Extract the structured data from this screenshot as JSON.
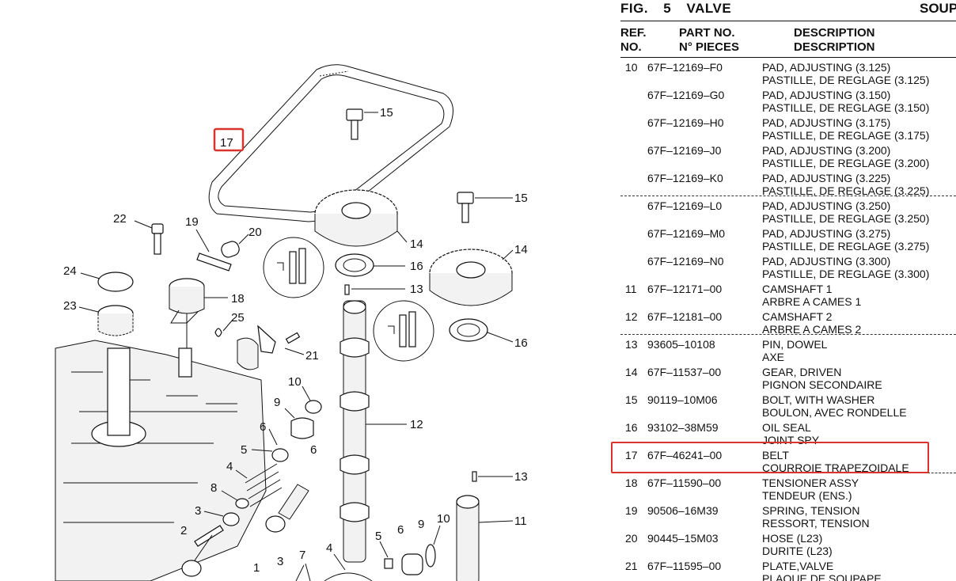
{
  "figure": {
    "fig_label": "FIG.",
    "number": "5",
    "name": "VALVE",
    "name_fr": "SOUP"
  },
  "headers": {
    "ref": "REF.",
    "no": "NO.",
    "part_no": "PART NO.",
    "n_pieces": "N° PIECES",
    "description": "DESCRIPTION",
    "description_fr": "DESCRIPTION"
  },
  "parts": [
    {
      "ref": "10",
      "part_no": "67F–12169–F0",
      "desc": "PAD, ADJUSTING (3.125)",
      "desc_fr": "PASTILLE, DE REGLAGE (3.125)"
    },
    {
      "ref": "",
      "part_no": "67F–12169–G0",
      "desc": "PAD, ADJUSTING (3.150)",
      "desc_fr": "PASTILLE, DE REGLAGE (3.150)"
    },
    {
      "ref": "",
      "part_no": "67F–12169–H0",
      "desc": "PAD, ADJUSTING (3.175)",
      "desc_fr": "PASTILLE, DE REGLAGE (3.175)"
    },
    {
      "ref": "",
      "part_no": "67F–12169–J0",
      "desc": "PAD, ADJUSTING (3.200)",
      "desc_fr": "PASTILLE, DE REGLAGE (3.200)"
    },
    {
      "ref": "",
      "part_no": "67F–12169–K0",
      "desc": "PAD, ADJUSTING (3.225)",
      "desc_fr": "PASTILLE, DE REGLAGE (3.225)"
    },
    {
      "ref": "",
      "part_no": "67F–12169–L0",
      "desc": "PAD, ADJUSTING (3.250)",
      "desc_fr": "PASTILLE, DE REGLAGE (3.250)"
    },
    {
      "ref": "",
      "part_no": "67F–12169–M0",
      "desc": "PAD, ADJUSTING (3.275)",
      "desc_fr": "PASTILLE, DE REGLAGE (3.275)"
    },
    {
      "ref": "",
      "part_no": "67F–12169–N0",
      "desc": "PAD, ADJUSTING (3.300)",
      "desc_fr": "PASTILLE, DE REGLAGE (3.300)"
    },
    {
      "ref": "11",
      "part_no": "67F–12171–00",
      "desc": "CAMSHAFT 1",
      "desc_fr": "ARBRE A CAMES 1"
    },
    {
      "ref": "12",
      "part_no": "67F–12181–00",
      "desc": "CAMSHAFT 2",
      "desc_fr": "ARBRE A CAMES 2"
    },
    {
      "ref": "13",
      "part_no": "93605–10108",
      "desc": "PIN, DOWEL",
      "desc_fr": "AXE"
    },
    {
      "ref": "14",
      "part_no": "67F–11537–00",
      "desc": "GEAR, DRIVEN",
      "desc_fr": "PIGNON SECONDAIRE"
    },
    {
      "ref": "15",
      "part_no": "90119–10M06",
      "desc": "BOLT, WITH WASHER",
      "desc_fr": "BOULON, AVEC RONDELLE"
    },
    {
      "ref": "16",
      "part_no": "93102–38M59",
      "desc": "OIL SEAL",
      "desc_fr": "JOINT SPY"
    },
    {
      "ref": "17",
      "part_no": "67F–46241–00",
      "desc": "BELT",
      "desc_fr": "COURROIE TRAPEZOIDALE"
    },
    {
      "ref": "18",
      "part_no": "67F–11590–00",
      "desc": "TENSIONER ASSY",
      "desc_fr": "TENDEUR (ENS.)"
    },
    {
      "ref": "19",
      "part_no": "90506–16M39",
      "desc": "SPRING, TENSION",
      "desc_fr": "RESSORT, TENSION"
    },
    {
      "ref": "20",
      "part_no": "90445–15M03",
      "desc": "HOSE (L23)",
      "desc_fr": "DURITE (L23)"
    },
    {
      "ref": "21",
      "part_no": "67F–11595–00",
      "desc": "PLATE,VALVE",
      "desc_fr": "PLAQUE DE SOUPAPE"
    }
  ],
  "callouts": [
    "17",
    "15",
    "15",
    "14",
    "14",
    "16",
    "16",
    "13",
    "13",
    "22",
    "19",
    "20",
    "24",
    "18",
    "23",
    "25",
    "21",
    "10",
    "9",
    "12",
    "6",
    "5",
    "6",
    "4",
    "8",
    "3",
    "2",
    "11",
    "1",
    "3",
    "7",
    "4",
    "5",
    "6",
    "9",
    "10"
  ],
  "highlight_color": "#d9342b"
}
